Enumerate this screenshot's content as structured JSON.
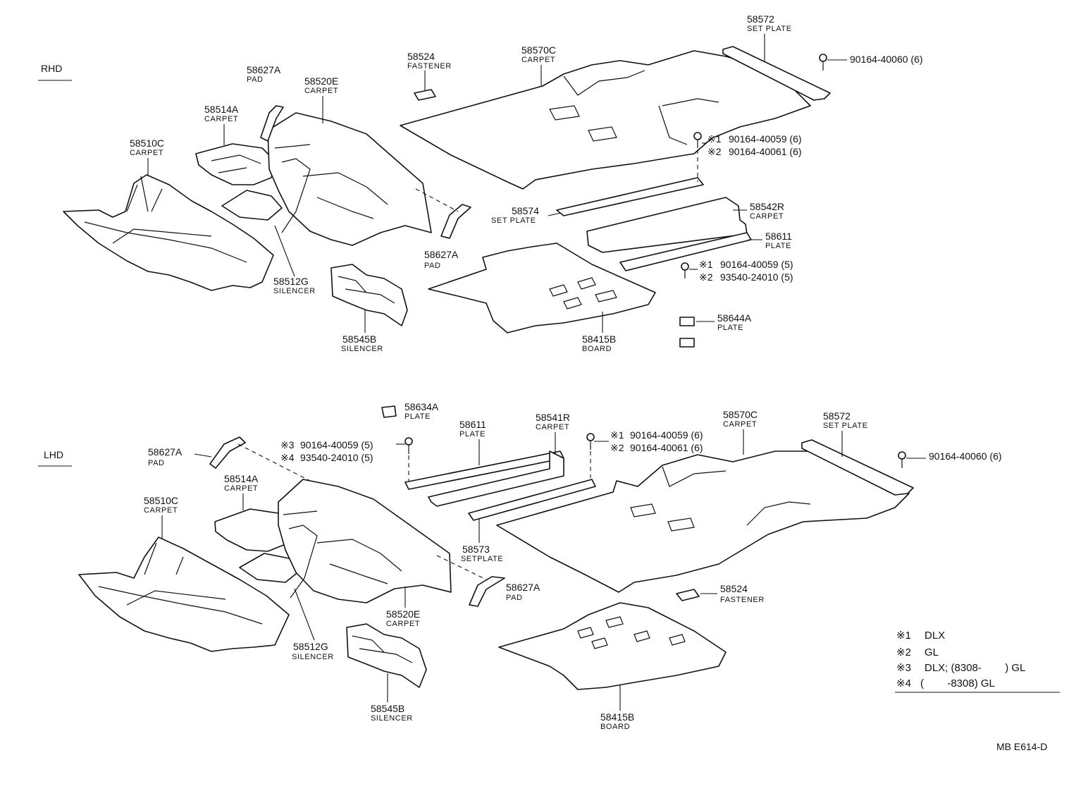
{
  "sections": {
    "rhd": "RHD",
    "lhd": "LHD"
  },
  "rhd_parts": [
    {
      "num": "58572",
      "desc": "SET PLATE"
    },
    {
      "num": "58524",
      "desc": "FASTENER"
    },
    {
      "num": "58570C",
      "desc": "CARPET"
    },
    {
      "num": "58627A",
      "desc": "PAD"
    },
    {
      "num": "58520E",
      "desc": "CARPET"
    },
    {
      "num": "58514A",
      "desc": "CARPET"
    },
    {
      "num": "58510C",
      "desc": "CARPET"
    },
    {
      "num": "58574",
      "desc": "SET PLATE"
    },
    {
      "num": "58542R",
      "desc": "CARPET"
    },
    {
      "num": "58611",
      "desc": "PLATE"
    },
    {
      "num": "58627A",
      "desc": "PAD"
    },
    {
      "num": "58512G",
      "desc": "SILENCER"
    },
    {
      "num": "58545B",
      "desc": "SILENCER"
    },
    {
      "num": "58415B",
      "desc": "BOARD"
    },
    {
      "num": "58644A",
      "desc": "PLATE"
    }
  ],
  "rhd_fasteners": [
    {
      "mark": "",
      "num": "90164-40060 (6)"
    },
    {
      "mark": "※1",
      "num": "90164-40059 (6)"
    },
    {
      "mark": "※2",
      "num": "90164-40061 (6)"
    },
    {
      "mark": "※1",
      "num": "90164-40059 (5)"
    },
    {
      "mark": "※2",
      "num": "93540-24010 (5)"
    }
  ],
  "lhd_parts": [
    {
      "num": "58634A",
      "desc": "PLATE"
    },
    {
      "num": "58611",
      "desc": "PLATE"
    },
    {
      "num": "58541R",
      "desc": "CARPET"
    },
    {
      "num": "58570C",
      "desc": "CARPET"
    },
    {
      "num": "58572",
      "desc": "SET PLATE"
    },
    {
      "num": "58627A",
      "desc": "PAD"
    },
    {
      "num": "58514A",
      "desc": "CARPET"
    },
    {
      "num": "58510C",
      "desc": "CARPET"
    },
    {
      "num": "58573",
      "desc": "SETPLATE"
    },
    {
      "num": "58627A",
      "desc": "PAD"
    },
    {
      "num": "58520E",
      "desc": "CARPET"
    },
    {
      "num": "58524",
      "desc": "FASTENER"
    },
    {
      "num": "58512G",
      "desc": "SILENCER"
    },
    {
      "num": "58545B",
      "desc": "SILENCER"
    },
    {
      "num": "58415B",
      "desc": "BOARD"
    }
  ],
  "lhd_fasteners": [
    {
      "mark": "※3",
      "num": "90164-40059 (5)"
    },
    {
      "mark": "※4",
      "num": "93540-24010 (5)"
    },
    {
      "mark": "※1",
      "num": "90164-40059 (6)"
    },
    {
      "mark": "※2",
      "num": "90164-40061 (6)"
    },
    {
      "mark": "",
      "num": "90164-40060 (6)"
    }
  ],
  "legend": [
    {
      "mark": "※1",
      "text": "DLX"
    },
    {
      "mark": "※2",
      "text": "GL"
    },
    {
      "mark": "※3",
      "text": "DLX; (8308-        ) GL"
    },
    {
      "mark": "※4",
      "text": "(        -8308) GL"
    }
  ],
  "ref_code": "MB E614-D"
}
